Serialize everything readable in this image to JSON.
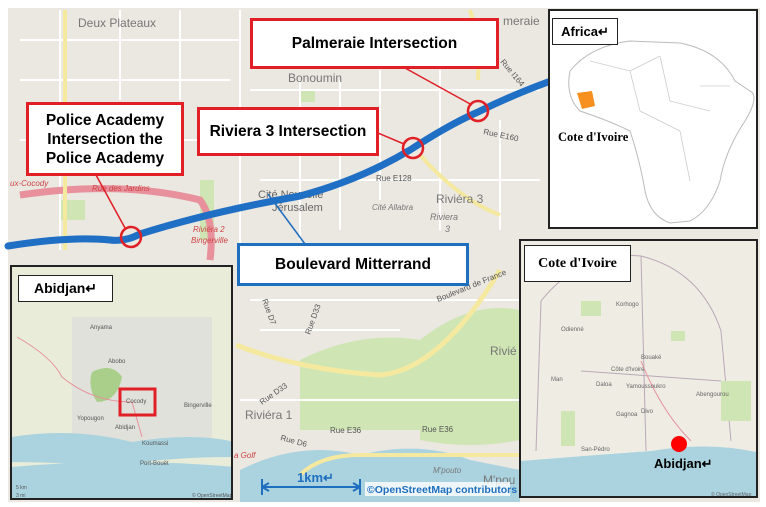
{
  "colors": {
    "route": "#1f6fc5",
    "marker": "#e01f26",
    "land": "#ebe7e1",
    "park": "#cfe6b4",
    "water": "#aad3df",
    "main_road": "#f5e9a0",
    "highway": "#e8919c",
    "country_highlight": "#f7901e",
    "city_dot": "#ff0000"
  },
  "callouts": {
    "palmeraie": "Palmeraie Intersection",
    "riviera3": "Riviera 3 Intersection",
    "police_line1": "Police Academy",
    "police_line2": "Intersection the",
    "police_line3": "Police Academy",
    "boulevard": "Boulevard Mitterrand"
  },
  "main_map": {
    "labels": [
      "Deux Plateaux",
      "Bonoumin",
      "Cité Nouvelle",
      "Jérusalem",
      "Riviéra 3",
      "Cité Allabra",
      "Riviera",
      "3",
      "Rue E128",
      "Rue E160",
      "Rue I164",
      "Rue des Jardins",
      "Riviéra 2",
      "Bingerville",
      "ux-Cocody",
      "Boulevard de France",
      "Rue D7",
      "Rue D33",
      "Rue D33",
      "Riviéra 1",
      "Rue D6",
      "Rue E36",
      "Rue E36",
      "M'pouto",
      "M'pou",
      "Rivié",
      "a Golf",
      "meraie"
    ],
    "scale_label": "1km↵",
    "credit": "©OpenStreetMap contributors"
  },
  "insets": {
    "africa": {
      "title": "Africa↵",
      "country_label": "Cote d'Ivoire"
    },
    "cote_divoire": {
      "title": "Cote d'Ivoire",
      "city_label": "Abidjan↵",
      "places": [
        "Korhogo",
        "Bouaké",
        "Côte d'Ivoire",
        "Yamoussoukro",
        "San-Pédro",
        "Daloa",
        "Gagnoa",
        "Divo",
        "Abengourou",
        "Odienné",
        "Man"
      ],
      "credit": "© OpenStreetMap"
    },
    "abidjan": {
      "title": "Abidjan↵",
      "places": [
        "Anyama",
        "Abobo",
        "Cocody",
        "Yopougon",
        "Abidjan",
        "Koumassi",
        "Port-Bouët",
        "Bingerville"
      ],
      "scale_km": "5 km",
      "scale_mi": "3 mi",
      "credit": "© OpenStreetMap"
    }
  }
}
